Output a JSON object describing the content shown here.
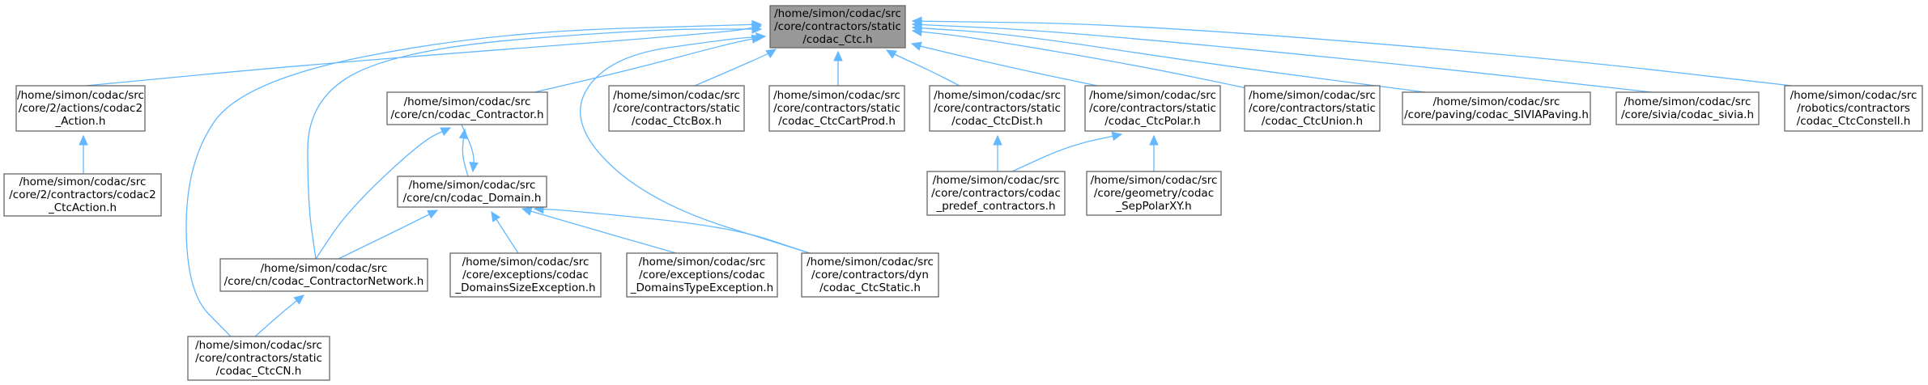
{
  "colors": {
    "root_fill": "#999999",
    "node_fill": "#ffffff",
    "node_border": "#666666",
    "edge": "#63b8ff"
  },
  "nodes": [
    {
      "id": "root",
      "root": true,
      "lines": [
        "/home/simon/codac/src",
        "/core/contractors/static",
        "/codac_Ctc.h"
      ]
    },
    {
      "id": "n_action",
      "lines": [
        "/home/simon/codac/src",
        "/core/2/actions/codac2",
        "_Action.h"
      ]
    },
    {
      "id": "n_ctcaction",
      "lines": [
        "/home/simon/codac/src",
        "/core/2/contractors/codac2",
        "_CtcAction.h"
      ]
    },
    {
      "id": "n_contractor",
      "lines": [
        "/home/simon/codac/src",
        "/core/cn/codac_Contractor.h"
      ]
    },
    {
      "id": "n_domain",
      "lines": [
        "/home/simon/codac/src",
        "/core/cn/codac_Domain.h"
      ]
    },
    {
      "id": "n_network",
      "lines": [
        "/home/simon/codac/src",
        "/core/cn/codac_ContractorNetwork.h"
      ]
    },
    {
      "id": "n_ctccn",
      "lines": [
        "/home/simon/codac/src",
        "/core/contractors/static",
        "/codac_CtcCN.h"
      ]
    },
    {
      "id": "n_sizeexc",
      "lines": [
        "/home/simon/codac/src",
        "/core/exceptions/codac",
        "_DomainsSizeException.h"
      ]
    },
    {
      "id": "n_typeexc",
      "lines": [
        "/home/simon/codac/src",
        "/core/exceptions/codac",
        "_DomainsTypeException.h"
      ]
    },
    {
      "id": "n_ctcstatic",
      "lines": [
        "/home/simon/codac/src",
        "/core/contractors/dyn",
        "/codac_CtcStatic.h"
      ]
    },
    {
      "id": "n_ctcbox",
      "lines": [
        "/home/simon/codac/src",
        "/core/contractors/static",
        "/codac_CtcBox.h"
      ]
    },
    {
      "id": "n_cartprod",
      "lines": [
        "/home/simon/codac/src",
        "/core/contractors/static",
        "/codac_CtcCartProd.h"
      ]
    },
    {
      "id": "n_ctcdist",
      "lines": [
        "/home/simon/codac/src",
        "/core/contractors/static",
        "/codac_CtcDist.h"
      ]
    },
    {
      "id": "n_predef",
      "lines": [
        "/home/simon/codac/src",
        "/core/contractors/codac",
        "_predef_contractors.h"
      ]
    },
    {
      "id": "n_ctcpolar",
      "lines": [
        "/home/simon/codac/src",
        "/core/contractors/static",
        "/codac_CtcPolar.h"
      ]
    },
    {
      "id": "n_seppolar",
      "lines": [
        "/home/simon/codac/src",
        "/core/geometry/codac",
        "_SepPolarXY.h"
      ]
    },
    {
      "id": "n_union",
      "lines": [
        "/home/simon/codac/src",
        "/core/contractors/static",
        "/codac_CtcUnion.h"
      ]
    },
    {
      "id": "n_sivia_paving",
      "lines": [
        "/home/simon/codac/src",
        "/core/paving/codac_SIVIAPaving.h"
      ]
    },
    {
      "id": "n_sivia",
      "lines": [
        "/home/simon/codac/src",
        "/core/sivia/codac_sivia.h"
      ]
    },
    {
      "id": "n_constell",
      "lines": [
        "/home/simon/codac/src",
        "/robotics/contractors",
        "/codac_CtcConstell.h"
      ]
    }
  ],
  "edges": [
    {
      "from": "n_action",
      "to": "root"
    },
    {
      "from": "n_ctcaction",
      "to": "n_action"
    },
    {
      "from": "n_contractor",
      "to": "root"
    },
    {
      "from": "n_ctcbox",
      "to": "root"
    },
    {
      "from": "n_cartprod",
      "to": "root"
    },
    {
      "from": "n_ctcdist",
      "to": "root"
    },
    {
      "from": "n_ctcpolar",
      "to": "root"
    },
    {
      "from": "n_union",
      "to": "root"
    },
    {
      "from": "n_sivia_paving",
      "to": "root"
    },
    {
      "from": "n_sivia",
      "to": "root"
    },
    {
      "from": "n_constell",
      "to": "root"
    },
    {
      "from": "n_network",
      "to": "root"
    },
    {
      "from": "n_ctccn",
      "to": "root"
    },
    {
      "from": "n_ctcstatic",
      "to": "root"
    },
    {
      "from": "n_domain",
      "to": "n_contractor"
    },
    {
      "from": "n_contractor",
      "to": "n_domain"
    },
    {
      "from": "n_network",
      "to": "n_contractor"
    },
    {
      "from": "n_network",
      "to": "n_domain"
    },
    {
      "from": "n_sizeexc",
      "to": "n_domain"
    },
    {
      "from": "n_typeexc",
      "to": "n_domain"
    },
    {
      "from": "n_ctcstatic",
      "to": "n_domain"
    },
    {
      "from": "n_ctccn",
      "to": "n_network"
    },
    {
      "from": "n_predef",
      "to": "n_ctcdist"
    },
    {
      "from": "n_predef",
      "to": "n_ctcpolar"
    },
    {
      "from": "n_seppolar",
      "to": "n_ctcpolar"
    }
  ]
}
